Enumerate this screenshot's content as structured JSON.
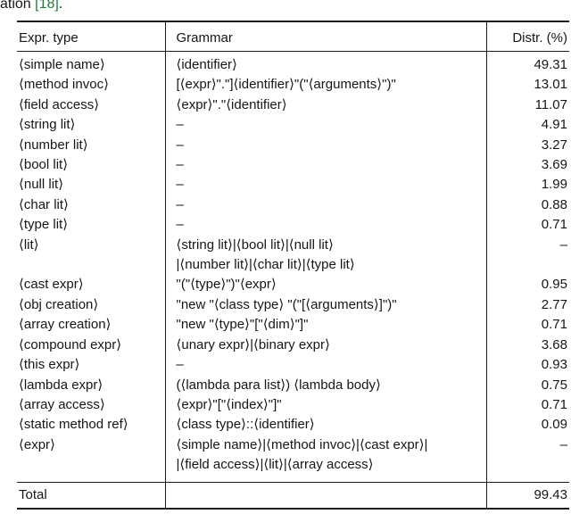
{
  "page": {
    "top_text_prefix": "ation ",
    "citation": "[18]",
    "top_text_suffix": "."
  },
  "colors": {
    "citation": "#1f7a3a",
    "text": "#161616",
    "rule": "#1c1c1c"
  },
  "table": {
    "headers": {
      "expr_type": "Expr. type",
      "grammar": "Grammar",
      "distr": "Distr. (%)"
    },
    "rows": [
      {
        "type": "⟨simple name⟩",
        "grammar": [
          "⟨identifier⟩"
        ],
        "distr": "49.31"
      },
      {
        "type": "⟨method invoc⟩",
        "grammar": [
          "[⟨expr⟩\".\"]⟨identifier⟩\"(\"⟨arguments⟩\")\""
        ],
        "distr": "13.01"
      },
      {
        "type": "⟨field access⟩",
        "grammar": [
          "⟨expr⟩\".\"⟨identifier⟩"
        ],
        "distr": "11.07"
      },
      {
        "type": "⟨string lit⟩",
        "grammar": [
          "–"
        ],
        "distr": "4.91"
      },
      {
        "type": "⟨number lit⟩",
        "grammar": [
          "–"
        ],
        "distr": "3.27"
      },
      {
        "type": "⟨bool lit⟩",
        "grammar": [
          "–"
        ],
        "distr": "3.69"
      },
      {
        "type": "⟨null lit⟩",
        "grammar": [
          "–"
        ],
        "distr": "1.99"
      },
      {
        "type": "⟨char lit⟩",
        "grammar": [
          "–"
        ],
        "distr": "0.88"
      },
      {
        "type": "⟨type lit⟩",
        "grammar": [
          "–"
        ],
        "distr": "0.71"
      },
      {
        "type": "⟨lit⟩",
        "grammar": [
          "⟨string lit⟩|⟨bool lit⟩|⟨null lit⟩",
          "|⟨number lit⟩|⟨char lit⟩|⟨type lit⟩"
        ],
        "distr": "–"
      },
      {
        "type": "⟨cast expr⟩",
        "grammar": [
          "\"(\"⟨type⟩\")\"⟨expr⟩"
        ],
        "distr": "0.95"
      },
      {
        "type": "⟨obj creation⟩",
        "grammar": [
          "\"new \"⟨class type⟩ \"(\"[⟨arguments⟩]\")\""
        ],
        "distr": "2.77"
      },
      {
        "type": "⟨array creation⟩",
        "grammar": [
          "\"new \"⟨type⟩\"[\"⟨dim⟩\"]\""
        ],
        "distr": "0.71"
      },
      {
        "type": "⟨compound expr⟩",
        "grammar": [
          "⟨unary expr⟩|⟨binary expr⟩"
        ],
        "distr": "3.68"
      },
      {
        "type": "⟨this expr⟩",
        "grammar": [
          "–"
        ],
        "distr": "0.93"
      },
      {
        "type": "⟨lambda expr⟩",
        "grammar": [
          "(⟨lambda para list⟩) ⟨lambda body⟩"
        ],
        "distr": "0.75"
      },
      {
        "type": "⟨array access⟩",
        "grammar": [
          "⟨expr⟩\"[\"⟨index⟩\"]\""
        ],
        "distr": "0.71"
      },
      {
        "type": "⟨static method ref⟩",
        "grammar": [
          "⟨class type⟩::⟨identifier⟩"
        ],
        "distr": "0.09"
      },
      {
        "type": "⟨expr⟩",
        "grammar": [
          "⟨simple name⟩|⟨method invoc⟩|⟨cast expr⟩|",
          "|⟨field access⟩|⟨lit⟩|⟨array access⟩"
        ],
        "distr": "–"
      }
    ],
    "total_label": "Total",
    "total_value": "99.43"
  }
}
